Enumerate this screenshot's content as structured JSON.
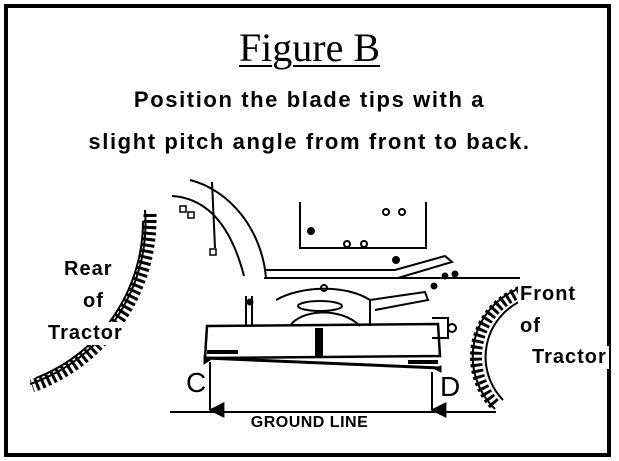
{
  "figure": {
    "title": "Figure B",
    "instruction_line1": "Position the blade tips with a",
    "instruction_line2": "slight pitch angle from front to back."
  },
  "labels": {
    "rear": [
      "Rear",
      "of",
      "Tractor"
    ],
    "front": [
      "Front",
      "of",
      "Tractor"
    ],
    "point_c": "C",
    "point_d": "D",
    "ground_line": "GROUND LINE"
  },
  "colors": {
    "ink": "#000000",
    "background": "#ffffff"
  }
}
